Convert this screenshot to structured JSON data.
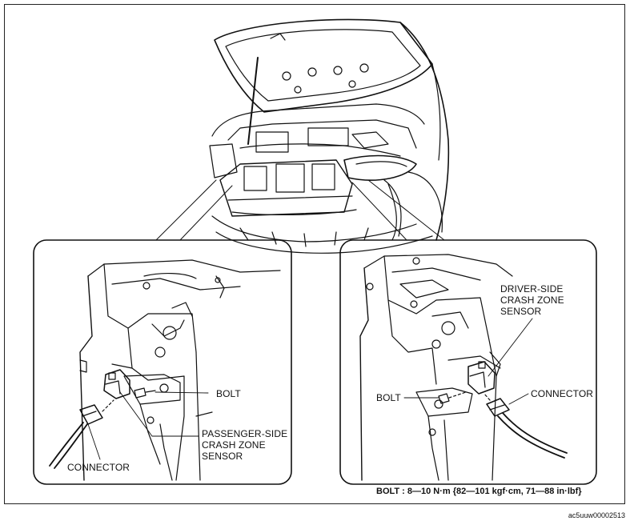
{
  "labels": {
    "left_bolt": "BOLT",
    "passenger_sensor": [
      "PASSENGER-SIDE",
      "CRASH ZONE",
      "SENSOR"
    ],
    "left_connector": "CONNECTOR",
    "driver_sensor": [
      "DRIVER-SIDE",
      "CRASH ZONE",
      "SENSOR"
    ],
    "right_bolt": "BOLT",
    "right_connector": "CONNECTOR"
  },
  "torque_spec": "BOLT : 8—10 N·m {82—101 kgf·cm, 71—88 in·lbf}",
  "figure_code": "ac5uuw00002513"
}
